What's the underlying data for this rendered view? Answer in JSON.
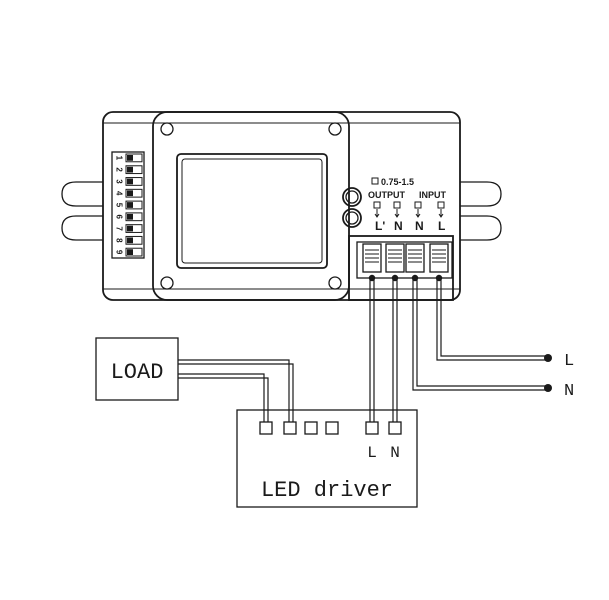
{
  "sensor": {
    "wire_size": "0.75-1.5",
    "output_label": "OUTPUT",
    "input_label": "INPUT",
    "terminals": [
      "L'",
      "N",
      "N",
      "L"
    ],
    "dip_numbers": [
      "1",
      "2",
      "3",
      "4",
      "5",
      "6",
      "7",
      "8",
      "9"
    ]
  },
  "load": {
    "label": "LOAD"
  },
  "driver": {
    "label": "LED driver",
    "terminal_l": "L",
    "terminal_n": "N"
  },
  "mains": {
    "l": "L",
    "n": "N"
  }
}
